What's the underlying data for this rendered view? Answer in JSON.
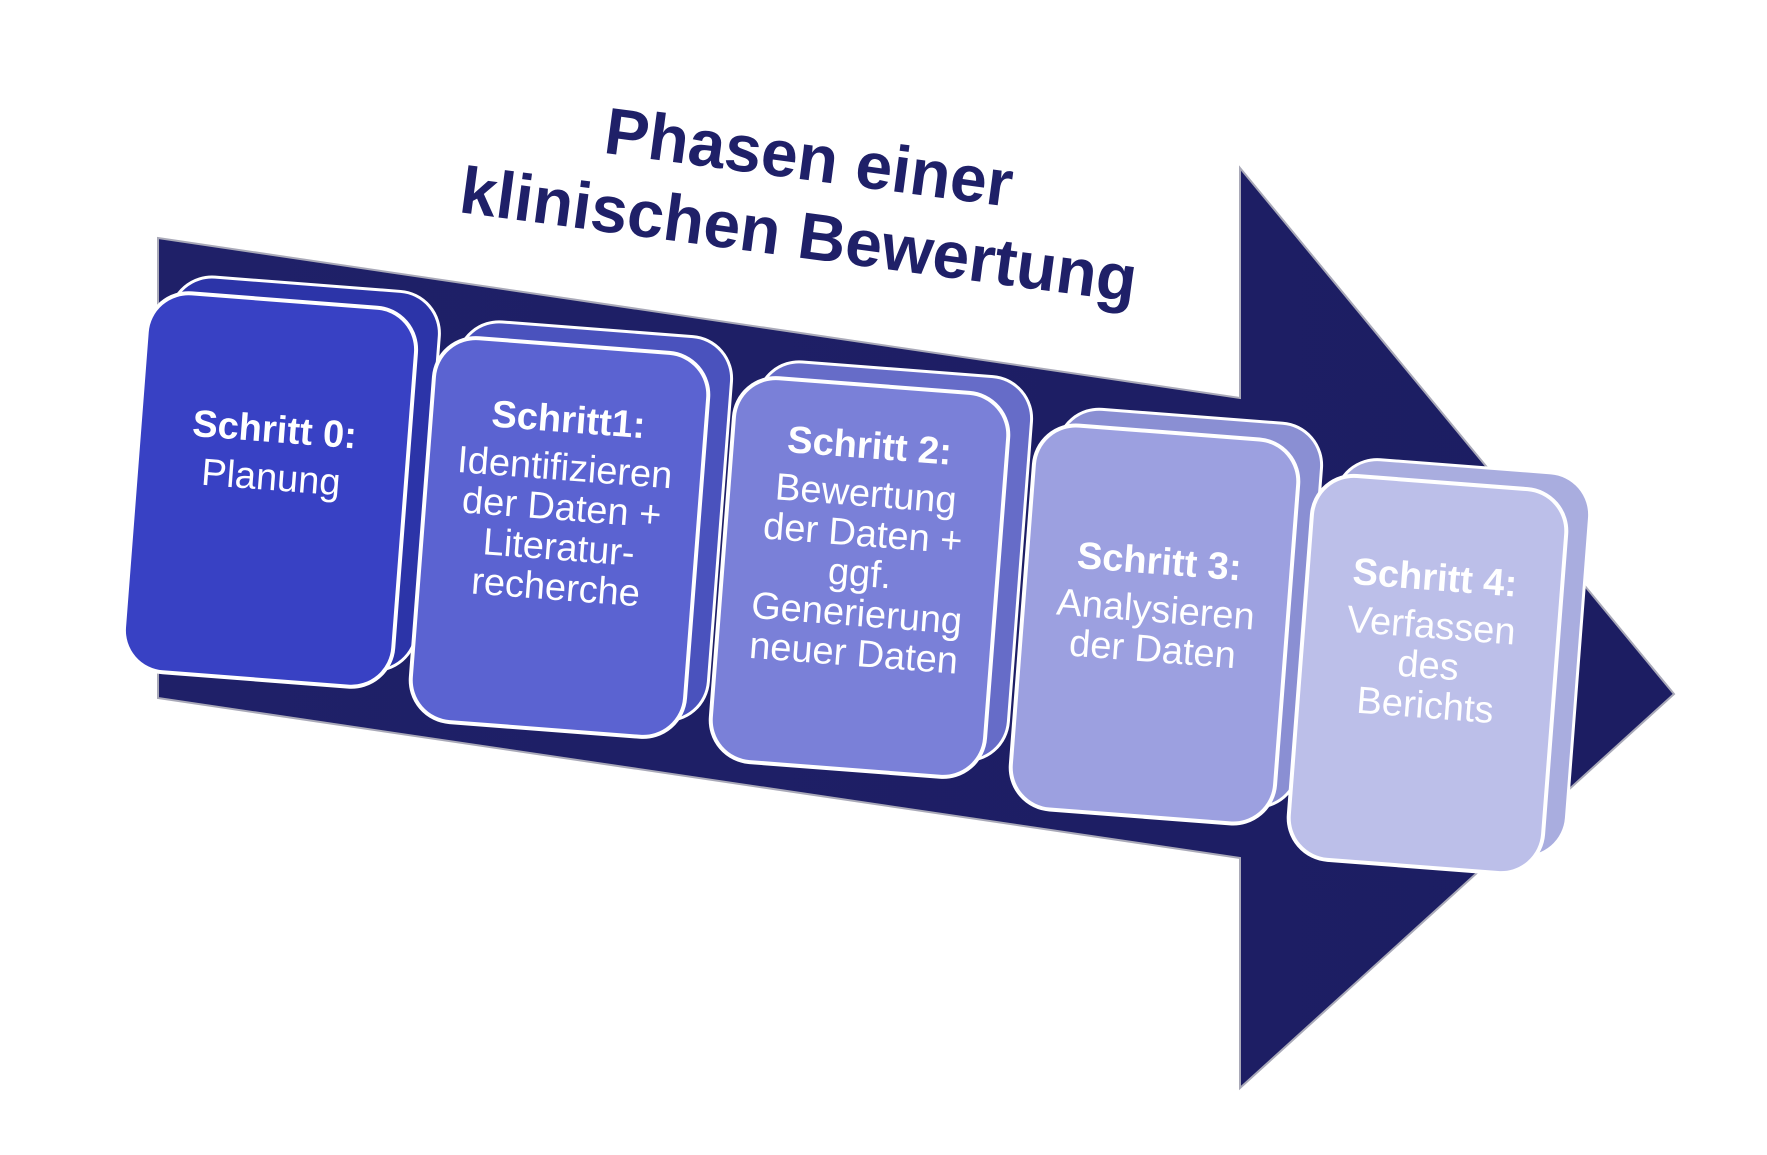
{
  "diagram": {
    "title_line1": "Phasen einer",
    "title_line2": "klinischen Bewertung",
    "arrow_color": "#1f2068",
    "steps": [
      {
        "heading": "Schritt 0:",
        "lines": [
          "Planung"
        ],
        "color": "#3841c4",
        "shade": "#2c34a8"
      },
      {
        "heading": "Schritt1:",
        "lines": [
          "Identifizieren",
          "der Daten +",
          "Literatur-",
          "recherche"
        ],
        "color": "#5b63d1",
        "shade": "#4a52bd"
      },
      {
        "heading": "Schritt 2:",
        "lines": [
          "Bewertung",
          "der Daten +",
          "ggf.",
          "Generierung",
          "neuer Daten"
        ],
        "color": "#7a80d8",
        "shade": "#666cc8"
      },
      {
        "heading": "Schritt 3:",
        "lines": [
          "Analysieren",
          "der Daten"
        ],
        "color": "#9ca0e0",
        "shade": "#8a8fd3"
      },
      {
        "heading": "Schritt 4:",
        "lines": [
          "Verfassen",
          "des",
          "Berichts"
        ],
        "color": "#bcbfe9",
        "shade": "#a9addf"
      }
    ]
  }
}
